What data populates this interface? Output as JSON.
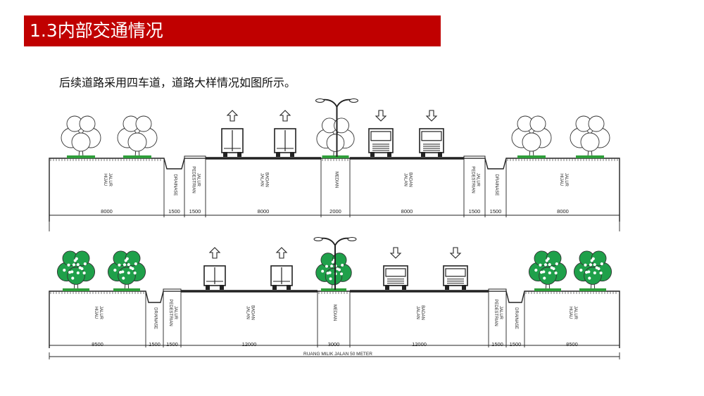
{
  "header": {
    "title": "1.3内部交通情况",
    "accent_color": "#c00000"
  },
  "subtitle": "后续道路采用四车道，道路大样情况如图所示。",
  "sections": [
    {
      "style": "outline",
      "lanes": [
        {
          "label": [
            "JALUR",
            "HIJAU"
          ],
          "width": "8000"
        },
        {
          "label": [
            "DRAINASE"
          ],
          "width": "1500"
        },
        {
          "label": [
            "JALUR",
            "PEDESTRIAN"
          ],
          "width": "1500"
        },
        {
          "label": [
            "BADAN",
            "JALAN"
          ],
          "width": "8000"
        },
        {
          "label": [
            "MEDIAN"
          ],
          "width": "2000"
        },
        {
          "label": [
            "BADAN",
            "JALAN"
          ],
          "width": "8000"
        },
        {
          "label": [
            "JALUR",
            "PEDESTRIAN"
          ],
          "width": "1500"
        },
        {
          "label": [
            "DRAINASE"
          ],
          "width": "1500"
        },
        {
          "label": [
            "JALUR",
            "HIJAU"
          ],
          "width": "8000"
        }
      ],
      "total_label": ""
    },
    {
      "style": "green",
      "lanes": [
        {
          "label": [
            "JALUR",
            "HIJAU"
          ],
          "width": "8500"
        },
        {
          "label": [
            "DRAINASE"
          ],
          "width": "1500"
        },
        {
          "label": [
            "JALUR",
            "PEDESTRIAN"
          ],
          "width": "1500"
        },
        {
          "label": [
            "BADAN",
            "JALAN"
          ],
          "width": "12000"
        },
        {
          "label": [
            "MEDIAN"
          ],
          "width": "3000"
        },
        {
          "label": [
            "BADAN",
            "JALAN"
          ],
          "width": "12000"
        },
        {
          "label": [
            "JALUR",
            "PEDESTRIAN"
          ],
          "width": "1500"
        },
        {
          "label": [
            "DRAINASE"
          ],
          "width": "1500"
        },
        {
          "label": [
            "JALUR",
            "HIJAU"
          ],
          "width": "8500"
        }
      ],
      "total_label": "RUANG MILIK JALAN 50 METER"
    }
  ]
}
